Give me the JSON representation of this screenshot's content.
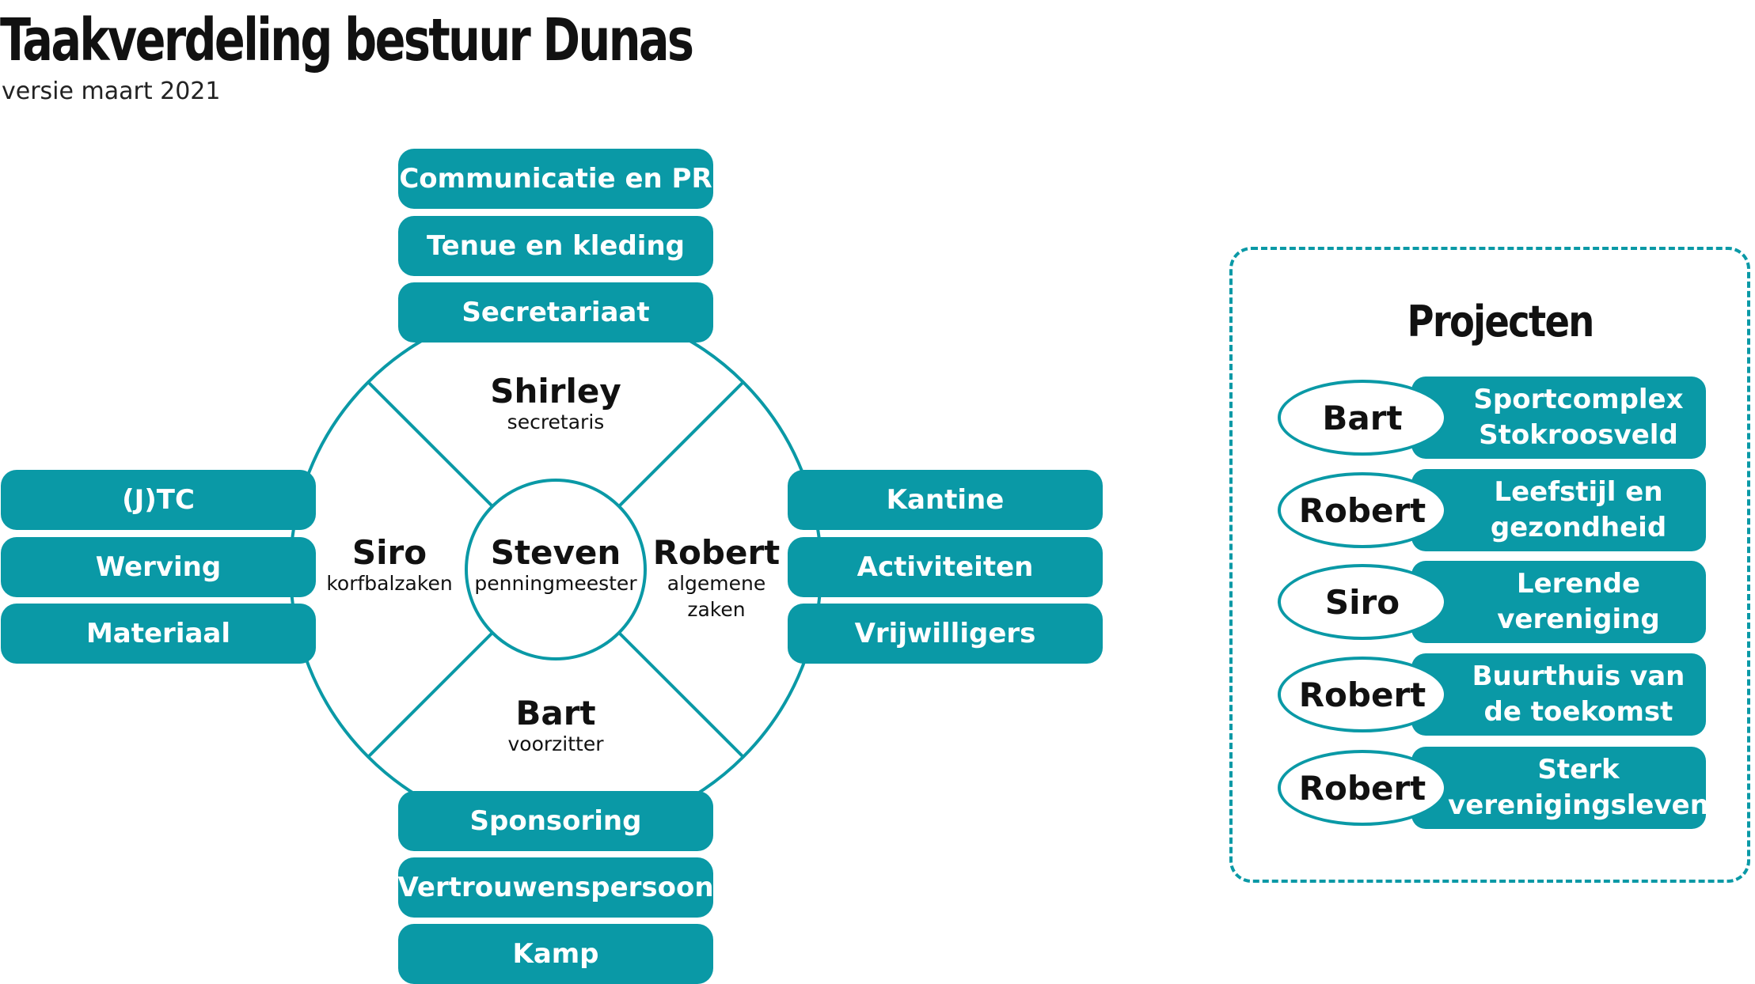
{
  "header": {
    "title": "Taakverdeling bestuur Dunas",
    "subtitle": "versie maart 2021"
  },
  "colors": {
    "accent": "#0a99a6"
  },
  "wheel": {
    "center": {
      "name": "Steven",
      "role": "penningmeester"
    },
    "top": {
      "name": "Shirley",
      "role": "secretaris"
    },
    "left": {
      "name": "Siro",
      "role": "korfbalzaken"
    },
    "right": {
      "name": "Robert",
      "role_line1": "algemene",
      "role_line2": "zaken"
    },
    "bottom": {
      "name": "Bart",
      "role": "voorzitter"
    }
  },
  "tasks": {
    "top": [
      "Communicatie en PR",
      "Tenue en kleding",
      "Secretariaat"
    ],
    "left": [
      "(J)TC",
      "Werving",
      "Materiaal"
    ],
    "right": [
      "Kantine",
      "Activiteiten",
      "Vrijwilligers"
    ],
    "bottom": [
      "Sponsoring",
      "Vertrouwenspersoon",
      "Kamp"
    ]
  },
  "projects": {
    "title": "Projecten",
    "items": [
      {
        "person": "Bart",
        "line1": "Sportcomplex",
        "line2": "Stokroosveld"
      },
      {
        "person": "Robert",
        "line1": "Leefstijl en",
        "line2": "gezondheid"
      },
      {
        "person": "Siro",
        "line1": "Lerende",
        "line2": "vereniging"
      },
      {
        "person": "Robert",
        "line1": "Buurthuis van",
        "line2": "de toekomst"
      },
      {
        "person": "Robert",
        "line1": "Sterk",
        "line2": "verenigingsleven"
      }
    ]
  }
}
